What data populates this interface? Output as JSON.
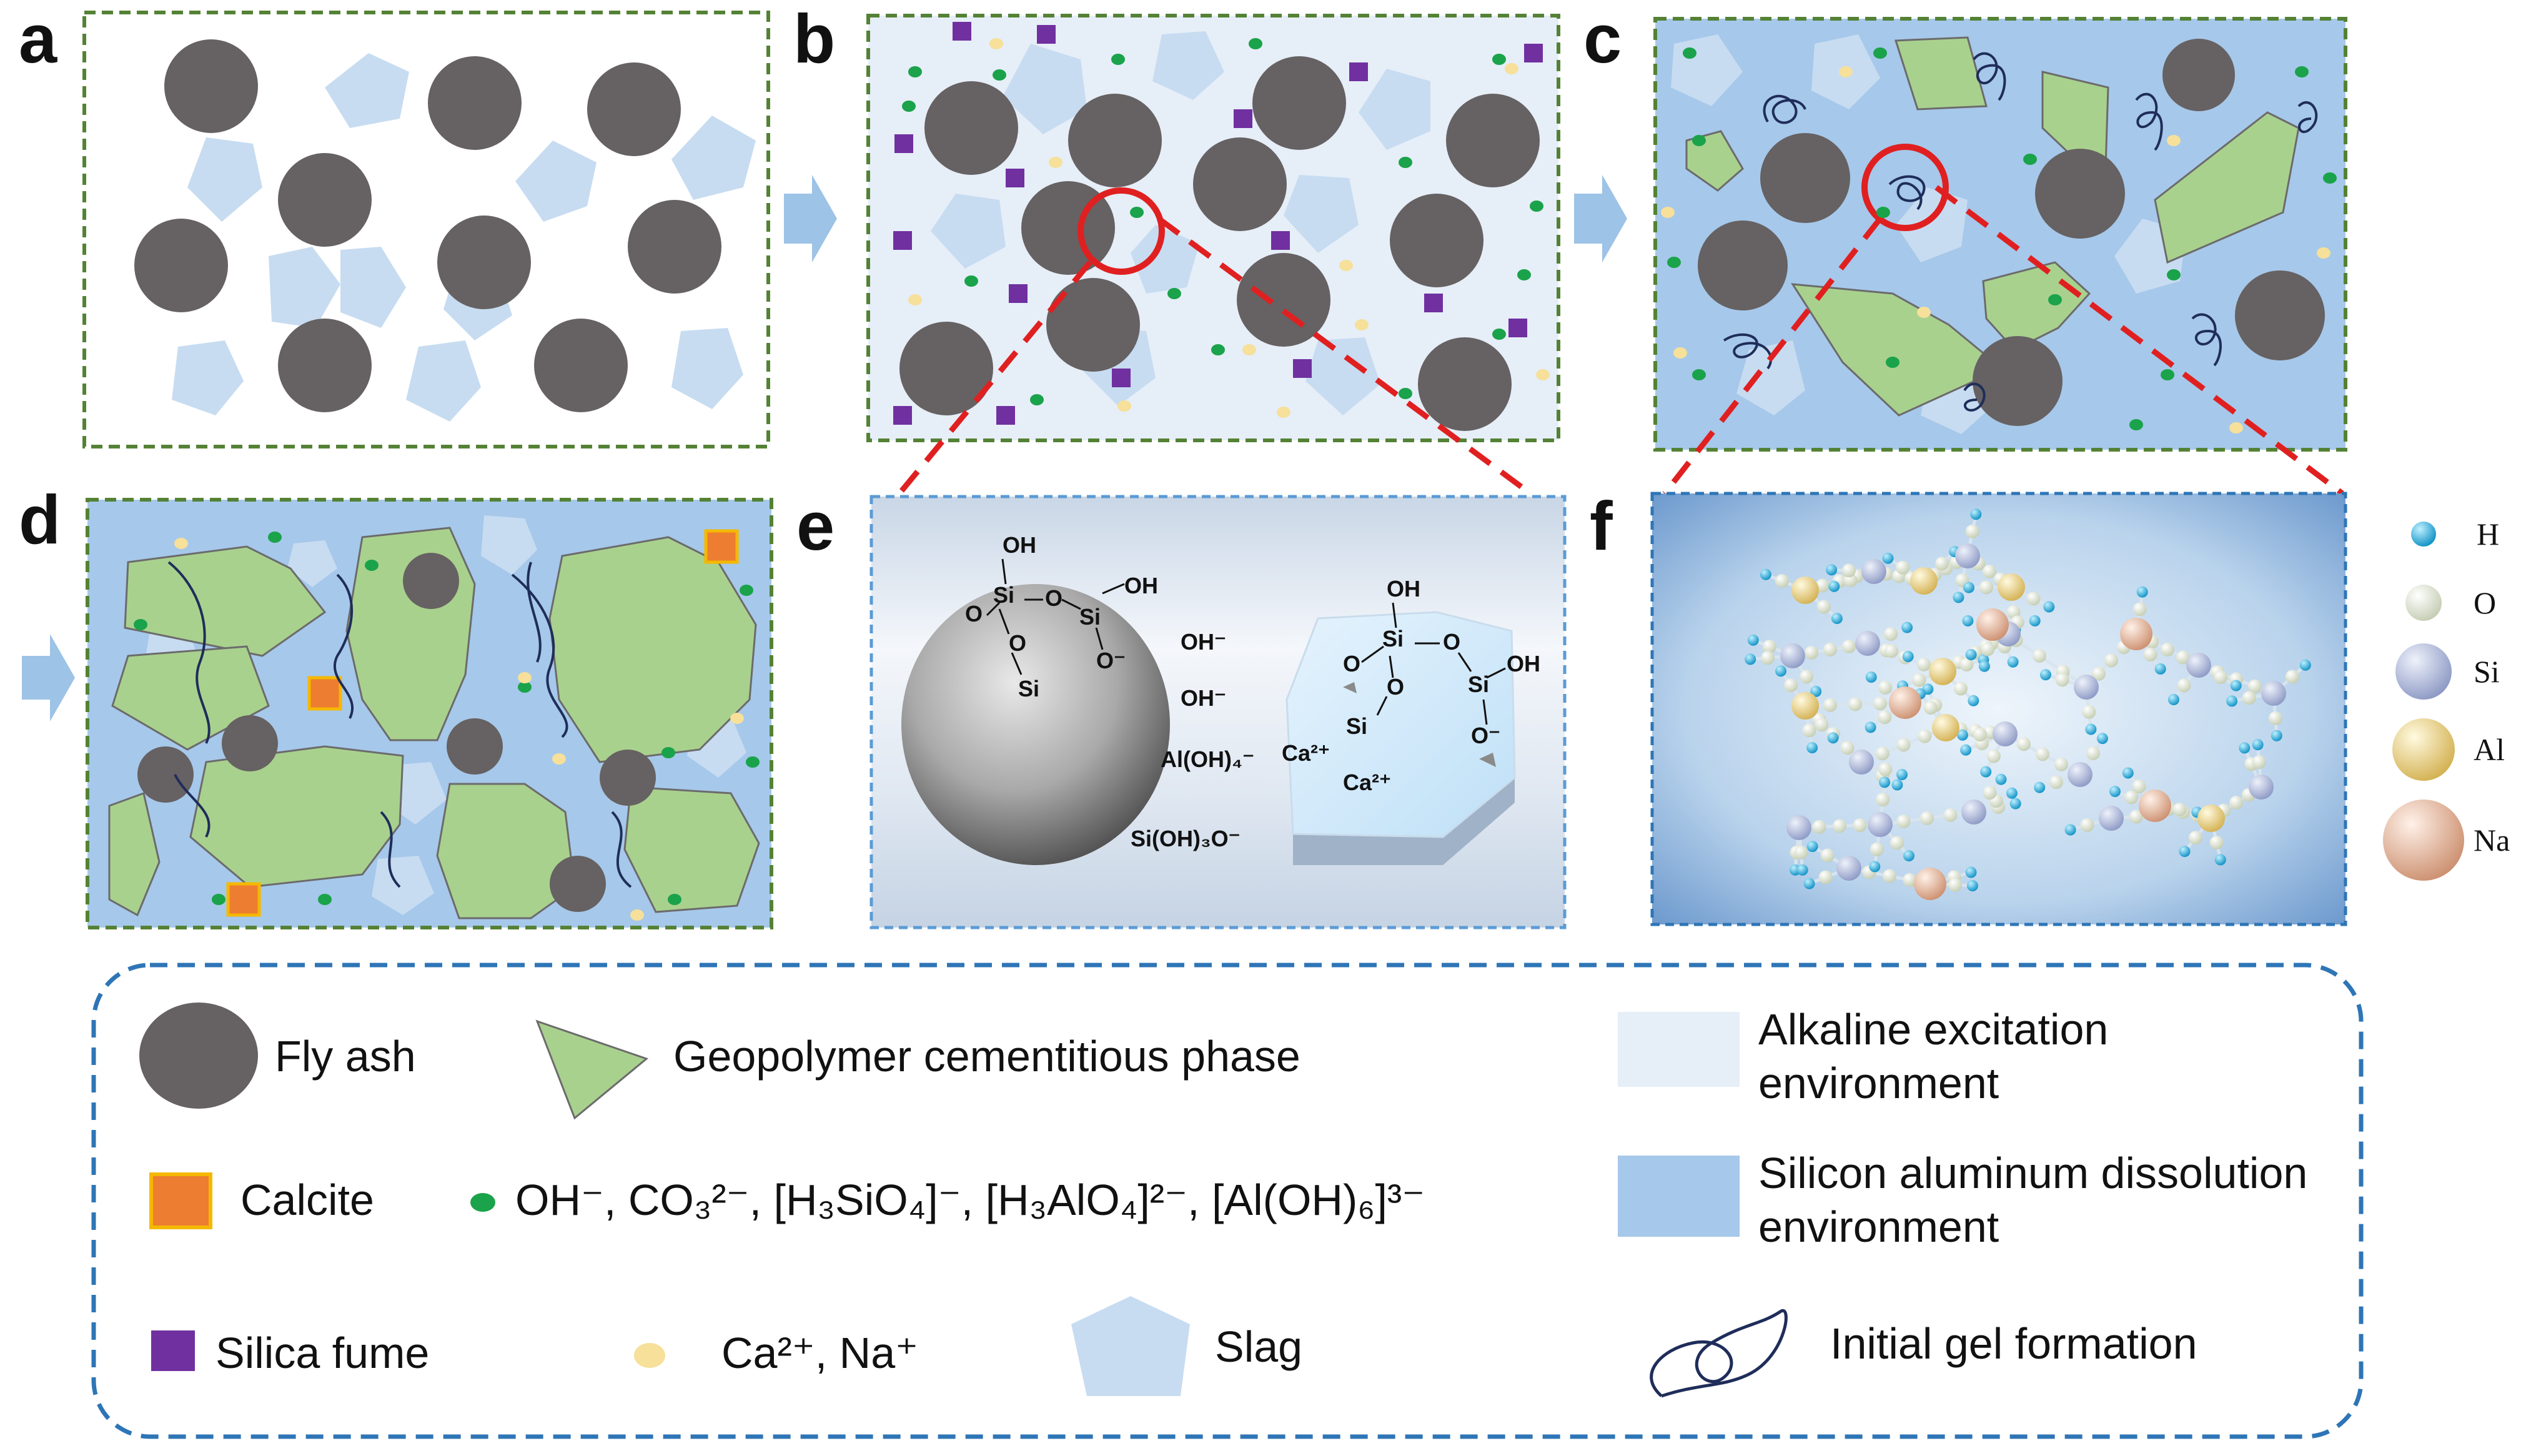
{
  "panels": {
    "a": "a",
    "b": "b",
    "c": "c",
    "d": "d",
    "e": "e",
    "f": "f"
  },
  "colors": {
    "fly_ash": "#666162",
    "slag": "#c7dcf1",
    "geopolymer": "#a9d18e",
    "calcite": "#ed7d31",
    "silica_fume": "#7030a0",
    "ion_green": "#1aa34a",
    "ion_yellow": "#f6e09a",
    "alkaline_env": "#e6eef8",
    "dissolution_env": "#a6c8ea",
    "panel_border_green": "#548235",
    "legend_border_blue": "#2e75b6",
    "zoom_line_red": "#e02020",
    "gel_line": "#1f2d5a"
  },
  "legend": {
    "fly_ash": "Fly ash",
    "geopolymer": "Geopolymer cementitious phase",
    "alkaline_line1": "Alkaline excitation",
    "alkaline_line2": "environment",
    "calcite": "Calcite",
    "ions_anions": "OH⁻, CO₃²⁻, [H₃SiO₄]⁻, [H₃AlO₄]²⁻, [Al(OH)₆]³⁻",
    "dissolution_line1": "Silicon aluminum dissolution",
    "dissolution_line2": "environment",
    "silica_fume": "Silica fume",
    "cations": "Ca²⁺, Na⁺",
    "slag": "Slag",
    "gel": "Initial gel formation"
  },
  "panel_e": {
    "oh_top": "OH",
    "o_left": "O",
    "si_1": "Si",
    "o_mid": "O",
    "si_2": "Si",
    "oh_right_sphere": "OH",
    "o_down1": "O",
    "si_bottom": "Si",
    "o_minus_1": "O⁻",
    "ion_oh1": "OH⁻",
    "ion_oh2": "OH⁻",
    "ion_aloh4": "Al(OH)₄⁻",
    "ion_sioh3o": "Si(OH)₃O⁻",
    "ca_1": "Ca²⁺",
    "ca_2": "Ca²⁺",
    "slag_oh_top": "OH",
    "slag_o_left": "O",
    "slag_si_1": "Si",
    "slag_o_right": "O",
    "slag_si_2": "Si",
    "slag_oh_right": "OH",
    "slag_o_down": "O",
    "slag_si_3": "Si",
    "slag_o_minus": "O⁻"
  },
  "atom_legend": {
    "h": "H",
    "o": "O",
    "si": "Si",
    "al": "Al",
    "na": "Na"
  }
}
